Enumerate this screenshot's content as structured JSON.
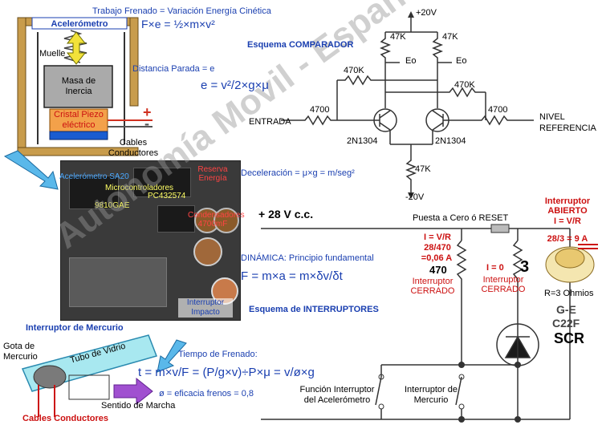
{
  "accel": {
    "title": "Acelerómetro",
    "spring": "Muelle",
    "mass": "Masa de Inercia",
    "crystal": "Cristal Piezo eléctrico",
    "cables": "Cables Conductores",
    "plus": "+",
    "minus": "-"
  },
  "formulas": {
    "work": "Trabajo Frenado  =  Variación Energía Cinética",
    "work_eq": "F×e = ½×m×v²",
    "distance": "Distancia Parada = e",
    "distance_eq": "e = v²/2×g×μ",
    "decel": "Deceleración = μ×g = m/seg²",
    "dynamics": "DINÁMICA: Principio fundamental",
    "dynamics_eq": "F = m×a = m×δv/δt",
    "time": "Tiempo de Frenado:",
    "time_eq": "t = m×v/F = (P/g×v)÷P×μ = v/ø×g",
    "efficacy": "ø = eficacia frenos = 0,8"
  },
  "comparator": {
    "title": "Esquema COMPARADOR",
    "plus20": "+20V",
    "minus20": "-20V",
    "r47k_1": "47K",
    "r47k_2": "47K",
    "r47k_3": "47K",
    "r470k_1": "470K",
    "r470k_2": "470K",
    "r4700_1": "4700",
    "r4700_2": "4700",
    "eo1": "Eo",
    "eo2": "Eo",
    "entrada": "ENTRADA",
    "nivel": "NIVEL",
    "referencia": "REFERENCIA",
    "q1": "2N1304",
    "q2": "2N1304"
  },
  "pcb": {
    "accel": "Acelerómetro SA20",
    "micro": "Microcontroladores",
    "chip1": "PC432574",
    "chip2": "9810GAE",
    "reserve": "Reserva Energía",
    "caps": "Condensadores 4700mF",
    "switch": "Interruptor Impacto"
  },
  "mercury": {
    "title": "Interruptor de Mercurio",
    "drop": "Gota de Mercurio",
    "tube": "Tubo de Vidrio",
    "direction": "Sentido de Marcha",
    "cables": "Cables Conductores"
  },
  "switches": {
    "title": "Esquema de INTERRUPTORES",
    "supply": "+ 28 V c.c.",
    "reset": "Puesta a Cero ó RESET",
    "i_formula": "I = V/R",
    "i_calc": "28/470",
    "i_value": "=0,06 A",
    "r470": "470",
    "closed1": "Interruptor CERRADO",
    "i_zero": "I = 0",
    "r3": "3",
    "closed2": "Interruptor CERRADO",
    "open_title": "Interruptor ABIERTO",
    "open_formula": "I = V/R",
    "open_calc": "28/3 = 9 A",
    "ohms": "R=3 Ohmios",
    "ge": "G-E",
    "c22f": "C22F",
    "scr": "SCR",
    "accel_switch": "Función Interruptor del Acelerómetro",
    "mercury_switch": "Interruptor de Mercurio",
    "minus": "—"
  },
  "watermark": "Autonomía Movil - España  www.autoxuga.com"
}
